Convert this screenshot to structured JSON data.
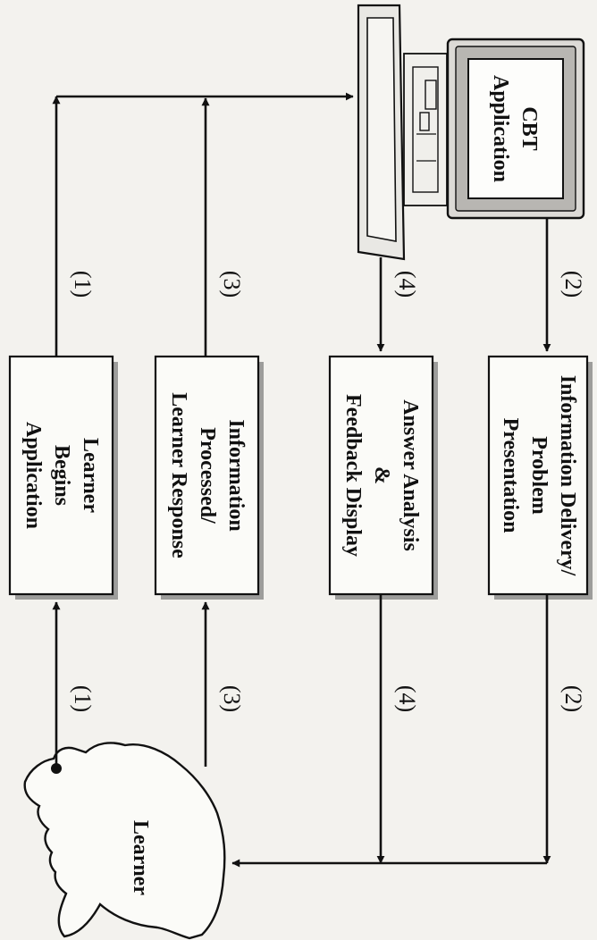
{
  "boxes": {
    "learner_begins": [
      "Learner",
      "Begins",
      "Application"
    ],
    "info_processed": [
      "Information",
      "Processed/",
      "Learner Response"
    ],
    "answer_analysis": [
      "Answer Analysis",
      "&",
      "Feedback Display"
    ],
    "info_delivery": [
      "Information Delivery/",
      "Problem",
      "Presentation"
    ]
  },
  "computer": {
    "screen_text": [
      "CBT",
      "Application"
    ]
  },
  "learner_label": "Learner",
  "step_labels": {
    "s1": "(1)",
    "s2": "(2)",
    "s3": "(3)",
    "s4": "(4)"
  },
  "icons": [
    "computer-icon",
    "learner-head-icon"
  ]
}
